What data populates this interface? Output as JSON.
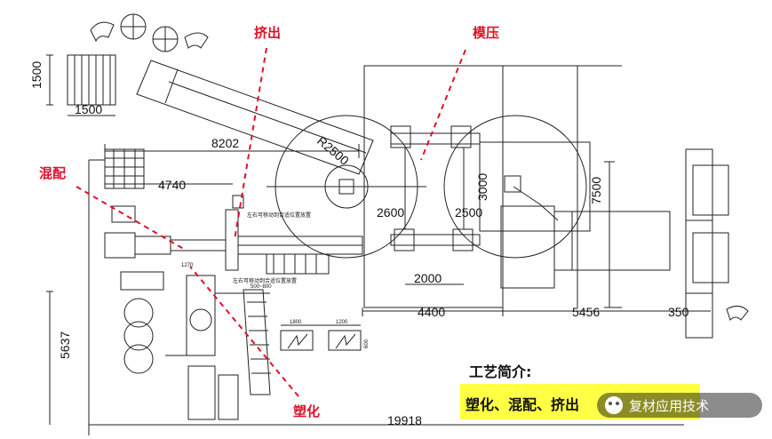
{
  "labels": {
    "extrusion": "挤出",
    "molding": "模压",
    "mixing": "混配",
    "plasticizing": "塑化"
  },
  "dimensions": {
    "d1500_v": "1500",
    "d1500_h": "1500",
    "d8202": "8202",
    "d4740": "4740",
    "r2500": "R2500",
    "d2600": "2600",
    "d2500": "2500",
    "d3000": "3000",
    "d7500": "7500",
    "d2000": "2000",
    "d4400": "4400",
    "d5456": "5456",
    "d350": "350",
    "d5637": "5637",
    "d19918": "19918",
    "d1800": "1800",
    "d1200": "1200",
    "d600": "600",
    "d1270": "1270",
    "d500_800": "500~800"
  },
  "notes": {
    "movable_top": "左右可移动到合适位置放置",
    "movable_bottom": "左右可移动到合适位置放置"
  },
  "callout": {
    "title": "工艺简介:",
    "content": "塑化、混配、挤出"
  },
  "watermark": {
    "text": "复材应用技术"
  },
  "colors": {
    "line": "#222222",
    "accent_red": "#e0102a",
    "highlight": "#ffff44"
  }
}
